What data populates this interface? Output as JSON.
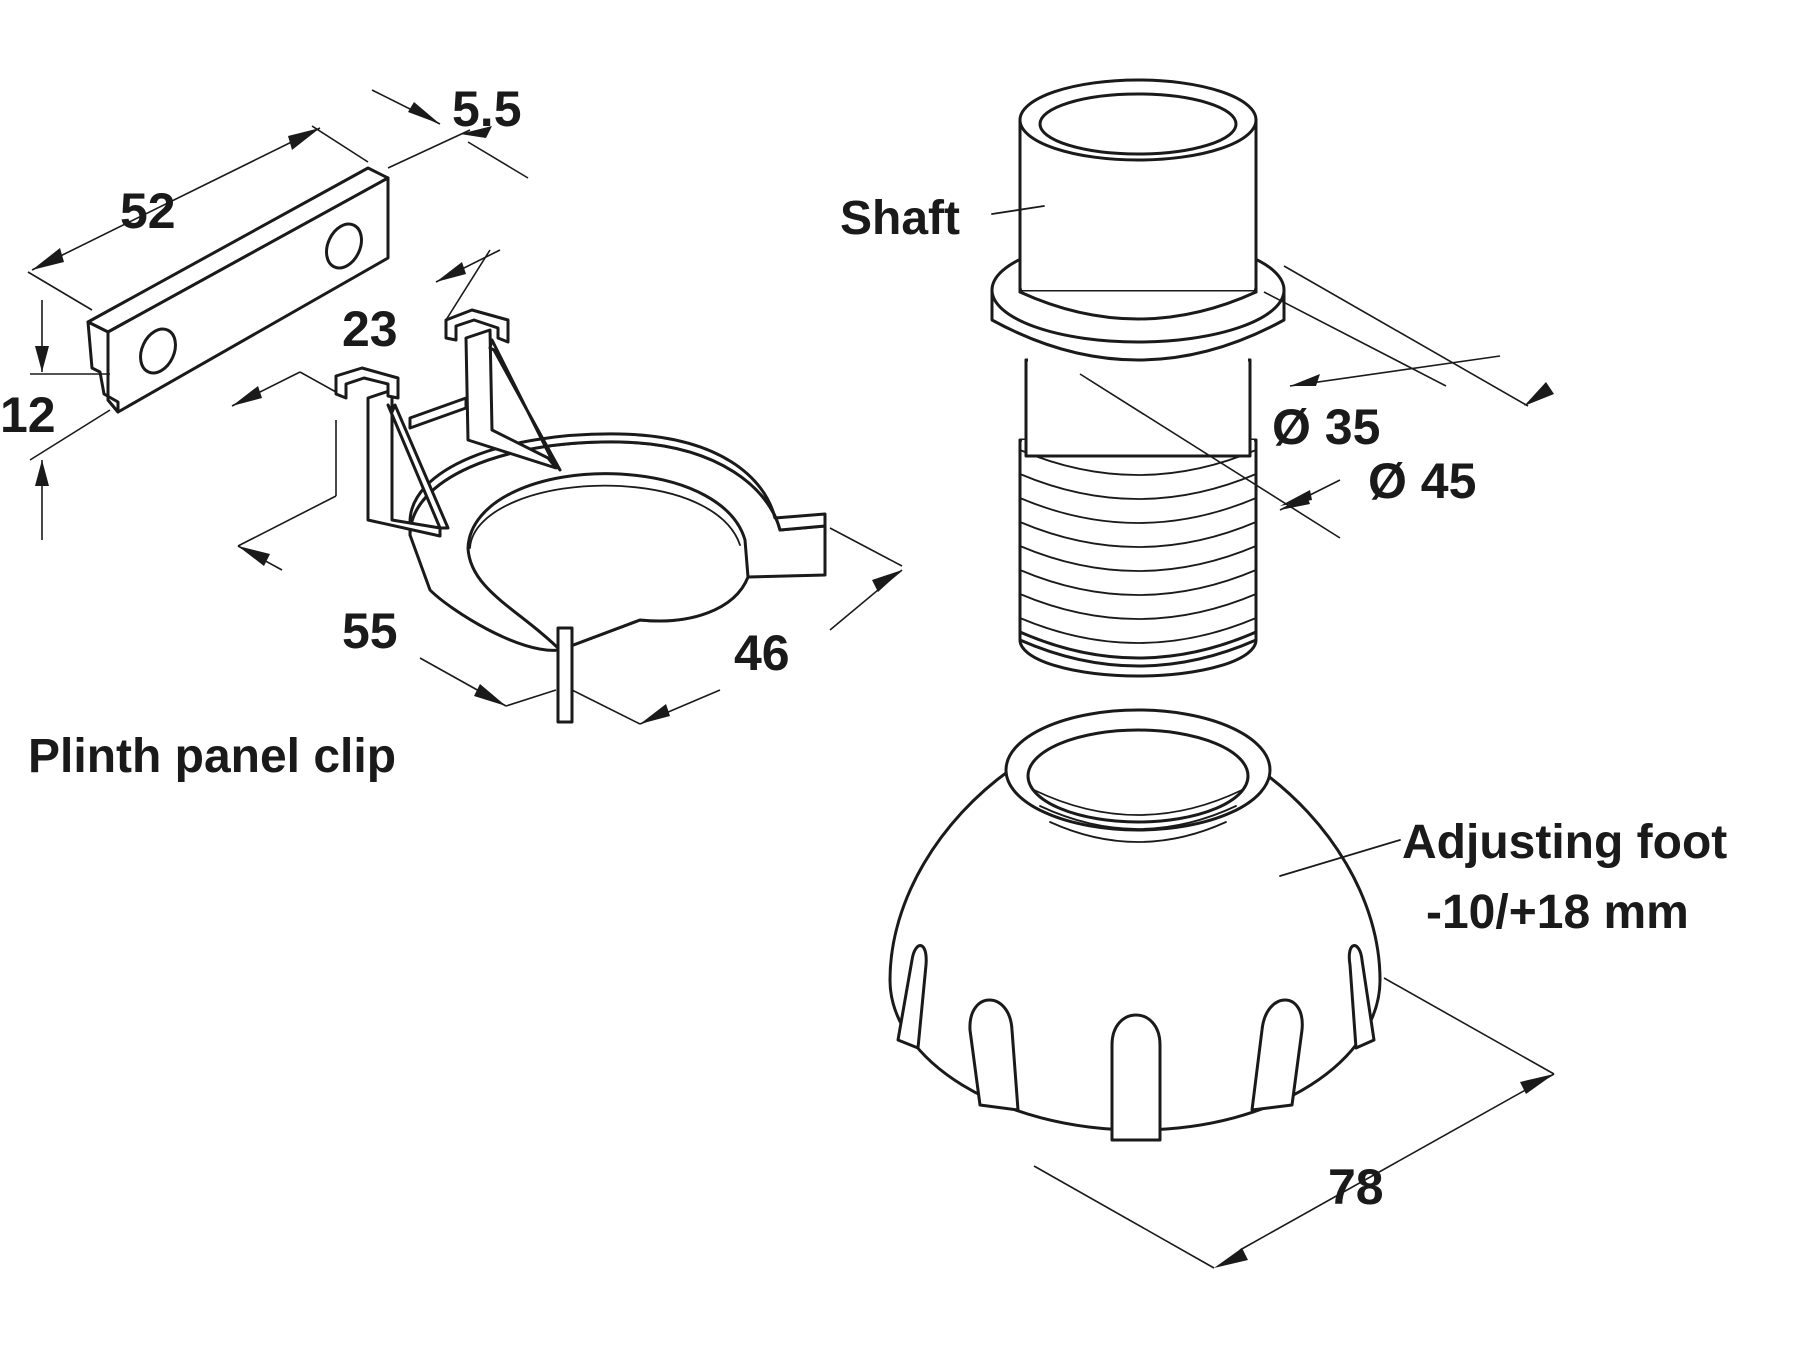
{
  "dimensions": {
    "d_5_5": "5.5",
    "d_52": "52",
    "d_12": "12",
    "d_23": "23",
    "d_55": "55",
    "d_46": "46",
    "d_35": "Ø 35",
    "d_45": "Ø 45",
    "d_78": "78"
  },
  "labels": {
    "shaft": "Shaft",
    "clip": "Plinth panel clip",
    "foot_name": "Adjusting foot",
    "foot_range": "-10/+18 mm"
  },
  "colors": {
    "line": "#1a1a1a",
    "background": "#ffffff"
  }
}
